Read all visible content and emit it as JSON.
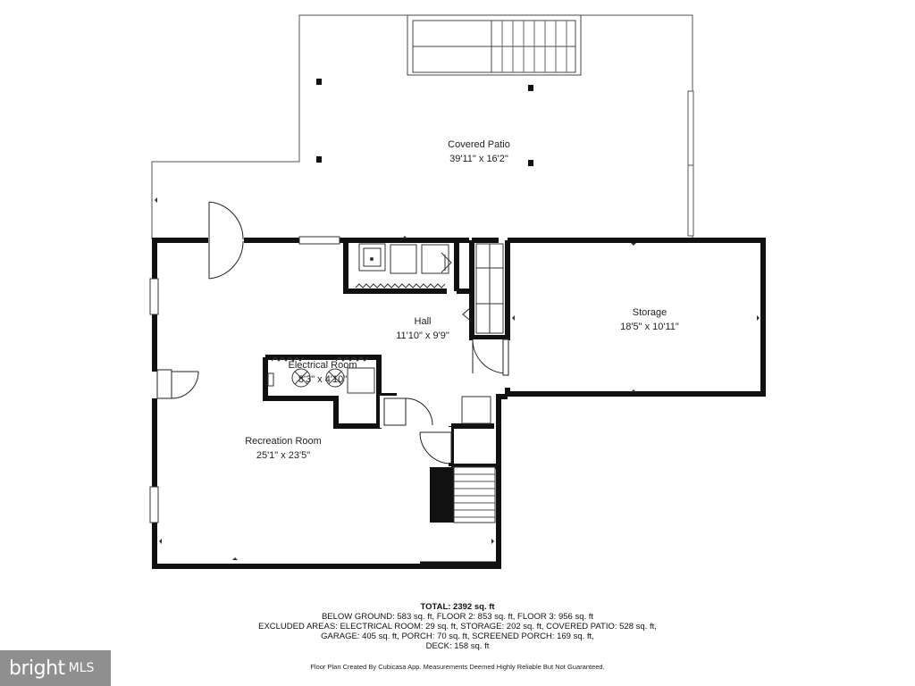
{
  "rooms": [
    {
      "name": "Covered Patio",
      "dims": "39'11\" x 16'2\""
    },
    {
      "name": "Storage",
      "dims": "18'5\" x 10'11\""
    },
    {
      "name": "Hall",
      "dims": "11'10\" x 9'9\""
    },
    {
      "name": "Electrical Room",
      "dims": "8'3\" x 4'10\""
    },
    {
      "name": "Recreation Room",
      "dims": "25'1\" x 23'5\""
    }
  ],
  "summary": {
    "total": "TOTAL: 2392 sq. ft",
    "line1": "BELOW GROUND: 583 sq. ft, FLOOR 2: 853 sq. ft, FLOOR 3: 956 sq. ft",
    "line2": "EXCLUDED AREAS: ELECTRICAL ROOM: 29 sq. ft, STORAGE: 202 sq. ft, COVERED PATIO: 528 sq. ft,",
    "line3": "GARAGE: 405 sq. ft, PORCH: 70 sq. ft, SCREENED PORCH: 169 sq. ft,",
    "line4": "DECK: 158 sq. ft"
  },
  "disclaimer": "Floor Plan Created By Cubicasa App. Measurements Deemed Highly Reliable But Not Guaranteed.",
  "logo": {
    "brand": "bright",
    "suffix": "MLS"
  }
}
